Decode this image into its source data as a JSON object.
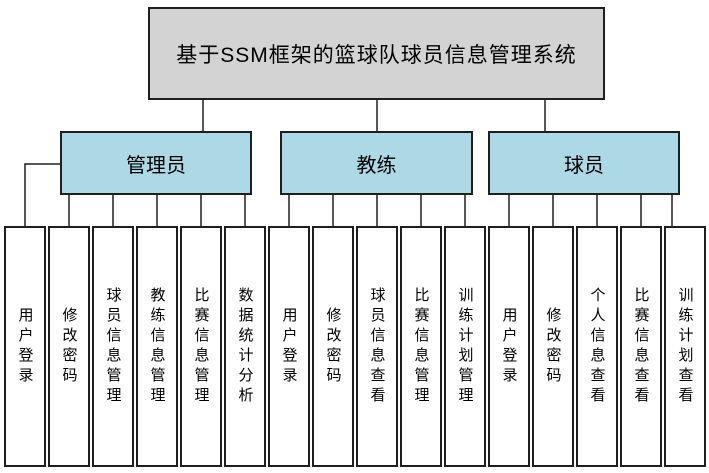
{
  "diagram": {
    "title": "基于SSM框架的篮球队球员信息管理系统",
    "colors": {
      "root_fill": "#d3d3d3",
      "group_fill": "#add8e6",
      "leaf_fill": "#ffffff",
      "border": "#1f1f1f",
      "line": "#1f1f1f"
    },
    "groups": [
      {
        "label": "管理员",
        "children": [
          "用户登录",
          "修改密码",
          "球员信息管理",
          "教练信息管理",
          "比赛信息管理",
          "数据统计分析"
        ]
      },
      {
        "label": "教练",
        "children": [
          "用户登录",
          "修改密码",
          "球员信息查看",
          "比赛信息管理",
          "训练计划管理"
        ]
      },
      {
        "label": "球员",
        "children": [
          "用户登录",
          "修改密码",
          "个人信息查看",
          "比赛信息查看",
          "训练计划查看"
        ]
      }
    ]
  }
}
